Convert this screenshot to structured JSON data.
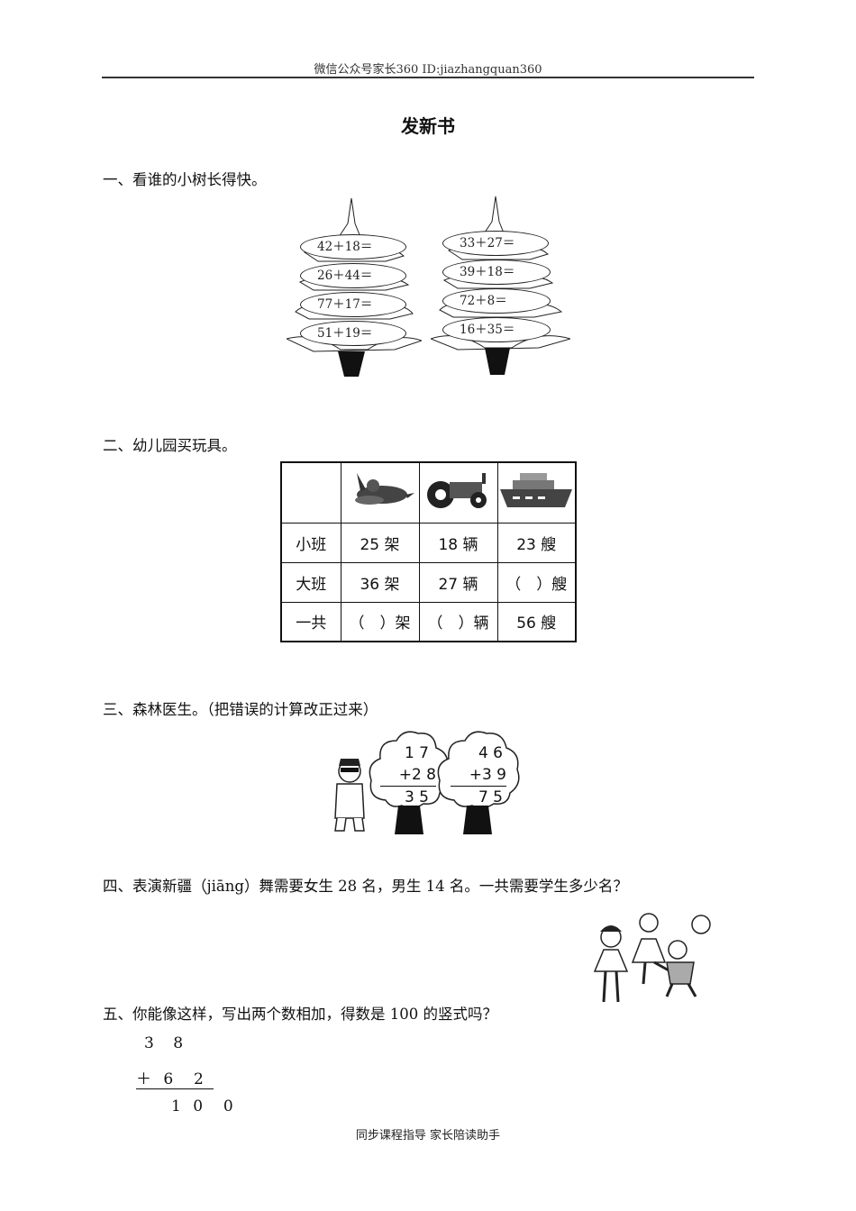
{
  "header": {
    "text": "微信公众号家长360 ID:jiazhangquan360"
  },
  "title": "发新书",
  "questions": {
    "q1": {
      "label": "一、看谁的小树长得快。",
      "trees": [
        {
          "equations": [
            "42＋18＝",
            "26＋44＝",
            "77＋17＝",
            "51＋19＝"
          ]
        },
        {
          "equations": [
            "33＋27＝",
            "39＋18＝",
            "72＋8＝",
            "16＋35＝"
          ]
        }
      ]
    },
    "q2": {
      "label": "二、幼儿园买玩具。",
      "table": {
        "columns": [
          "airplane-icon",
          "tractor-icon",
          "ship-icon"
        ],
        "rows": [
          {
            "label": "小班",
            "cells": [
              "25 架",
              "18 辆",
              "23 艘"
            ]
          },
          {
            "label": "大班",
            "cells": [
              "36 架",
              "27 辆",
              "（　）艘"
            ]
          },
          {
            "label": "一共",
            "cells": [
              "（　）架",
              "（　）辆",
              "56 艘"
            ]
          }
        ]
      }
    },
    "q3": {
      "label": "三、森林医生。（把错误的计算改正过来）",
      "problems": [
        {
          "top": "1 7",
          "add": "+2 8",
          "result": "3 5"
        },
        {
          "top": "4 6",
          "add": "+3 9",
          "result": "7 5"
        }
      ]
    },
    "q4": {
      "label": "四、表演新疆（jiāng）舞需要女生 28 名，男生 14 名。一共需要学生多少名？"
    },
    "q5": {
      "label": "五、你能像这样，写出两个数相加，得数是 100 的竖式吗？",
      "example": {
        "top": "3 8",
        "add": "＋ 6  2",
        "result": "1 0  0"
      }
    }
  },
  "footer": {
    "text": "同步课程指导 家长陪读助手"
  }
}
